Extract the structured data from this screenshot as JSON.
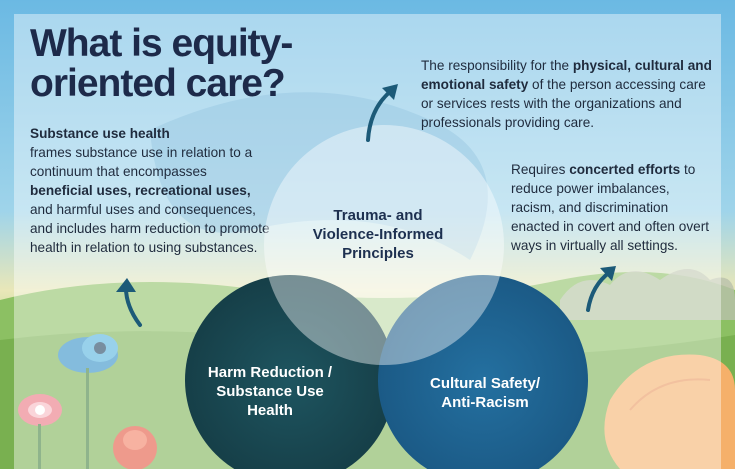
{
  "title": {
    "line1": "What is equity-",
    "line2": "oriented care?"
  },
  "left_text": {
    "heading": "Substance use health",
    "part1": "frames substance use in relation to a continuum that encompasses ",
    "bold1": "beneficial uses, recreational uses,",
    "part2": " and harmful uses and consequences, and includes harm reduction to promote health in relation to using substances."
  },
  "top_text": {
    "part1": "The responsibility for the ",
    "bold1": "physical, cultural and emotional safety",
    "part2": " of the person accessing care or services rests with the organizations and professionals providing care."
  },
  "right_text": {
    "part1": "Requires ",
    "bold1": "concerted efforts",
    "part2": " to reduce power imbalances, racism, and discrimination enacted in covert and often overt ways in virtually all settings."
  },
  "circles": {
    "trauma": {
      "line1": "Trauma- and",
      "line2": "Violence-Informed",
      "line3": "Principles"
    },
    "harm": {
      "line1": "Harm Reduction /",
      "line2": "Substance Use",
      "line3": "Health"
    },
    "cultural": {
      "line1": "Cultural Safety/",
      "line2": "Anti-Racism"
    }
  },
  "colors": {
    "sky": "#7fc4e6",
    "title": "#1d2a4a",
    "harm_circle": "#1b4a52",
    "cultural_circle": "#1f5f8c",
    "trauma_circle": "#ffffff",
    "arrow": "#1c5a78",
    "grass": "#86b95a"
  },
  "icons": [
    "up-arrow-icon",
    "poppy-flower-icon",
    "blue-flower-icon",
    "orange-petal-icon"
  ]
}
